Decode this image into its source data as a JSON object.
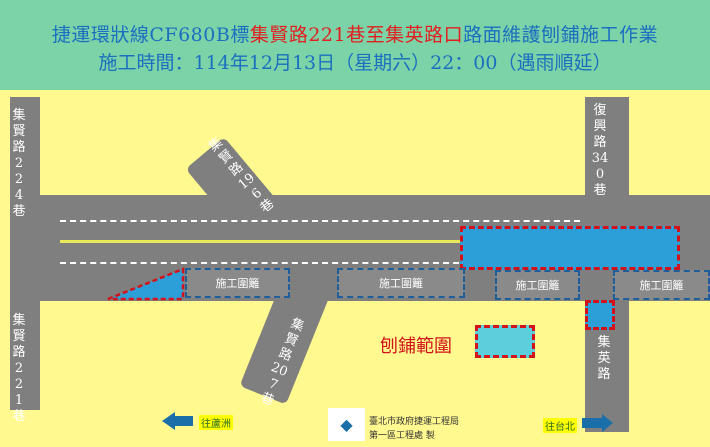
{
  "header": {
    "line1_a": "捷運環狀線CF680B標",
    "line1_b": "集賢路221巷至集英路口",
    "line1_c": "路面維護刨鋪施工作業",
    "line2": "施工時間：114年12月13日（星期六）22：00（遇雨順延）"
  },
  "roads": {
    "jixian224": "集賢路224巷",
    "fuxing340": "復興路340巷",
    "jixian196": "集賢路196巷",
    "jixian221": "集賢路221巷",
    "jixian207": "集賢路207巷",
    "jiying": "集英路"
  },
  "fences": [
    "施工圍籬",
    "施工圍籬",
    "施工圍籬",
    "施工圍籬"
  ],
  "legend": {
    "label": "刨鋪範圍"
  },
  "directions": {
    "left": "往蘆洲",
    "right": "往台北"
  },
  "footer": {
    "org_line1": "臺北市政府捷運工程局",
    "org_line2": "第一區工程處 製"
  },
  "colors": {
    "header_bg": "#7dd3a8",
    "title_blue": "#1a6fbf",
    "title_red": "#e02020",
    "paving": "#2c9ed8"
  }
}
